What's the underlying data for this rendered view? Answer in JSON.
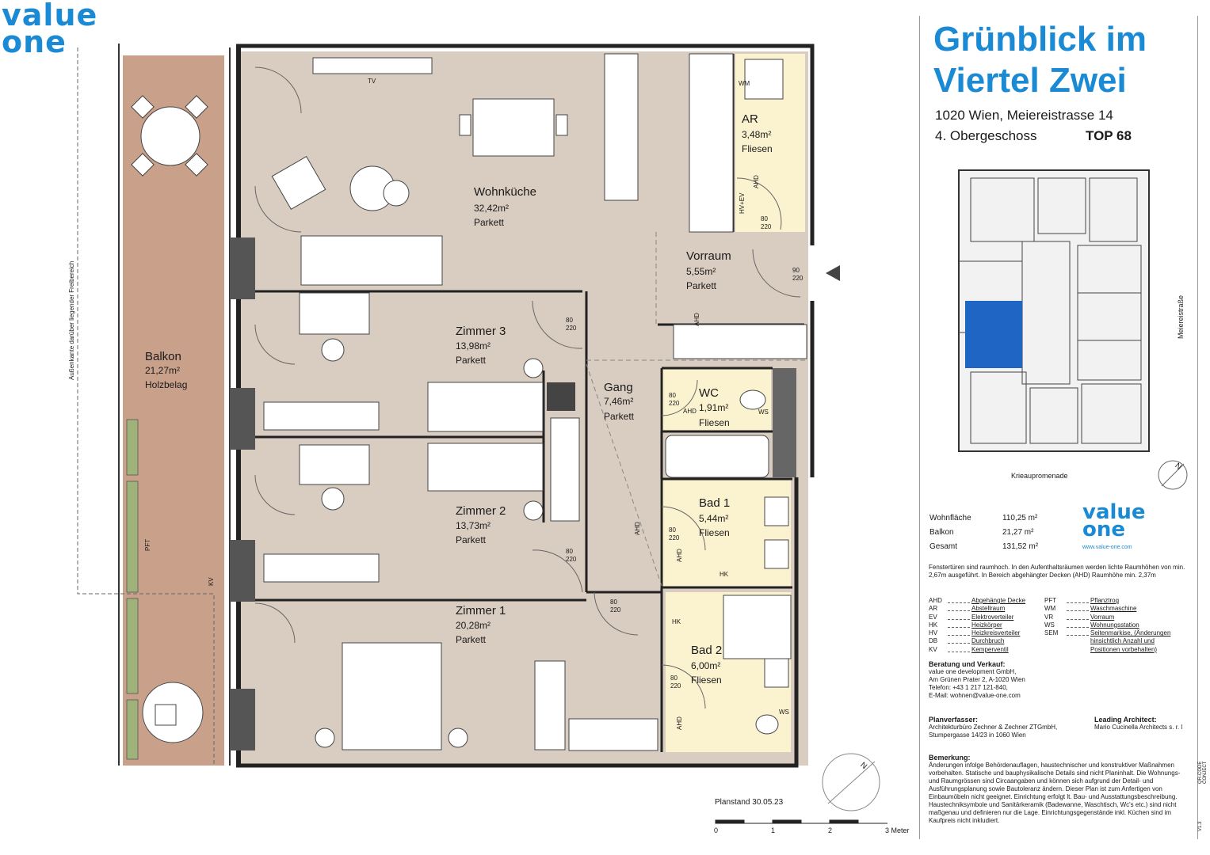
{
  "logo": {
    "line1": "value",
    "line2": "one"
  },
  "project": {
    "title_line1": "Grünblick im",
    "title_line2": "Viertel Zwei",
    "address": "1020 Wien, Meiereistrasse 14",
    "floor": "4. Obergeschoss",
    "unit": "TOP 68"
  },
  "site_plan": {
    "street_right": "Meiereistraße",
    "street_bottom": "Krieaupromenade",
    "north": "N"
  },
  "rooms": {
    "wohnkueche": {
      "name": "Wohnküche",
      "area": "32,42m²",
      "floor": "Parkett"
    },
    "ar": {
      "name": "AR",
      "area": "3,48m²",
      "floor": "Fliesen"
    },
    "vorraum": {
      "name": "Vorraum",
      "area": "5,55m²",
      "floor": "Parkett"
    },
    "zimmer3": {
      "name": "Zimmer 3",
      "area": "13,98m²",
      "floor": "Parkett"
    },
    "gang": {
      "name": "Gang",
      "area": "7,46m²",
      "floor": "Parkett"
    },
    "wc": {
      "name": "WC",
      "area": "1,91m²",
      "floor": "Fliesen"
    },
    "zimmer2": {
      "name": "Zimmer 2",
      "area": "13,73m²",
      "floor": "Parkett"
    },
    "bad1": {
      "name": "Bad 1",
      "area": "5,44m²",
      "floor": "Fliesen"
    },
    "zimmer1": {
      "name": "Zimmer 1",
      "area": "20,28m²",
      "floor": "Parkett"
    },
    "bad2": {
      "name": "Bad 2",
      "area": "6,00m²",
      "floor": "Fliesen"
    },
    "balkon": {
      "name": "Balkon",
      "area": "21,27m²",
      "floor": "Holzbelag"
    }
  },
  "plan_labels": {
    "tv": "TV",
    "wm": "WM",
    "hvev": "HV+EV",
    "ahd": "AHD",
    "ws": "WS",
    "hk": "HK",
    "pft": "PFT",
    "kv": "KV",
    "door_80": "80",
    "door_90": "90",
    "door_220": "220",
    "outer_edge": "Außenkante darüber liegender Freibereich",
    "planstand": "Planstand 30.05.23",
    "north": "N"
  },
  "scale": {
    "t0": "0",
    "t1": "1",
    "t2": "2",
    "t3": "3 Meter"
  },
  "areas": [
    {
      "label": "Wohnfläche",
      "value": "110,25 m²"
    },
    {
      "label": "Balkon",
      "value": "21,27 m²"
    },
    {
      "label": "Gesamt",
      "value": "131,52 m²"
    }
  ],
  "logo2": {
    "line1": "value",
    "line2": "one",
    "url": "www.value-one.com"
  },
  "note": "Fenstertüren sind raumhoch. In den Aufenthaltsräumen werden lichte Raumhöhen von min. 2,67m ausgeführt. In Bereich abgehängter Decken (AHD) Raumhöhe min. 2,37m",
  "legend_left": [
    {
      "k": "AHD",
      "v": "Abgehängte Decke"
    },
    {
      "k": "AR",
      "v": "Abstellraum"
    },
    {
      "k": "EV",
      "v": "Elektroverteiler"
    },
    {
      "k": "HK",
      "v": "Heizkörper"
    },
    {
      "k": "HV",
      "v": "Heizkreisverteiler"
    },
    {
      "k": "DB",
      "v": "Durchbruch"
    },
    {
      "k": "KV",
      "v": "Kemperventil"
    }
  ],
  "legend_right": [
    {
      "k": "PFT",
      "v": "Pflanztrog"
    },
    {
      "k": "WM",
      "v": "Waschmaschine"
    },
    {
      "k": "VR",
      "v": "Vorraum"
    },
    {
      "k": "WS",
      "v": "Wohnungsstation"
    },
    {
      "k": "SEM",
      "v": "Seitenmarkise, (Änderungen"
    },
    {
      "k": "",
      "v": "hinsichtlich Anzahl und"
    },
    {
      "k": "",
      "v": "Positionen vorbehalten)"
    }
  ],
  "sales": {
    "heading": "Beratung und Verkauf:",
    "l1": "value one development GmbH,",
    "l2": "Am Grünen Prater 2, A-1020 Wien",
    "l3": "Telefon: +43 1 217 121-840,",
    "l4": "E-Mail: wohnen@value-one.com"
  },
  "planner": {
    "heading": "Planverfasser:",
    "l1": "Architekturbüro Zechner & Zechner ZTGmbH,",
    "l2": "Stumpergasse 14/23 in 1060 Wien"
  },
  "architect": {
    "heading": "Leading Architect:",
    "l1": "Mario Cucinella Architects s. r. l"
  },
  "remark": {
    "heading": "Bemerkung:",
    "text": "Änderungen infolge Behördenauflagen, haustechnischer und konstruktiver Maßnahmen vorbehalten. Statische und bauphysikalische Details sind nicht Planinhalt. Die Wohnungs- und Raumgrössen sind Circaangaben und können sich aufgrund der Detail- und Ausführungsplanung sowie Bautoleranz ändern. Dieser Plan ist zum Anfertigen von Einbaumöbeln nicht geeignet. Einrichtung erfolgt lt. Bau- und Ausstattungsbeschreibung. Haustechniksymbole und Sanitärkeramik (Badewanne, Waschtisch, Wc's etc.) sind nicht maßgenau und definieren nur die Lage. Einrichtungsgegenstände inkl. Küchen sind im Kaufpreis nicht inkludiert."
  },
  "side_codes": {
    "qr": "QR-CODE CONJECT",
    "version": "V1.3"
  }
}
